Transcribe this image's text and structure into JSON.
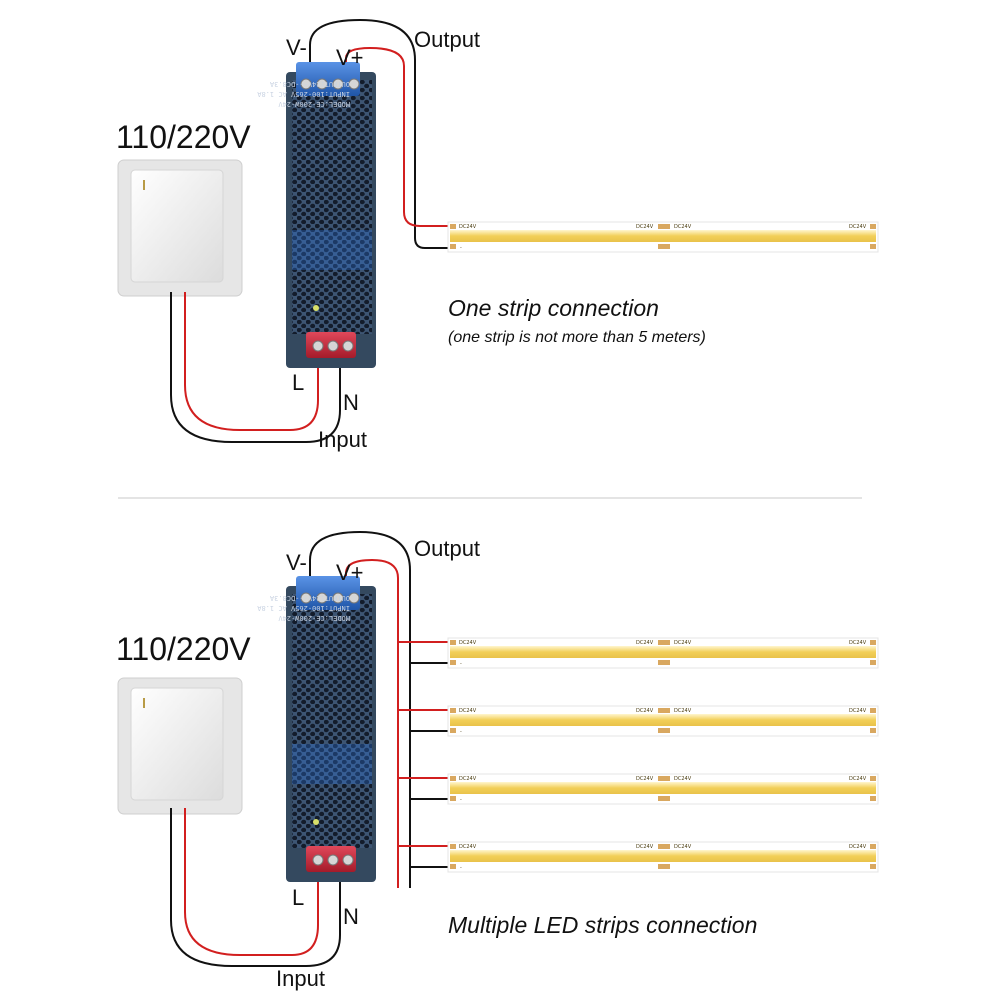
{
  "top_diagram": {
    "voltage_label": "110/220V",
    "output_label": "Output",
    "v_minus": "V-",
    "v_plus": "V+",
    "terminal_l": "L",
    "terminal_n": "N",
    "input_label": "Input",
    "caption": "One strip connection",
    "note": "(one strip is not more than 5 meters)",
    "psu_lines": [
      "MODEL:CE-200W-24V",
      "INPUT:100-265V AC 1.8A",
      "OUTPUT:24V---DC8.3A"
    ],
    "strip_marks": {
      "plus_a": "DC24V",
      "plus_b": "DC24V",
      "plus_c": "DC24V",
      "plus_d": "DC24V",
      "minus": "-"
    }
  },
  "bottom_diagram": {
    "voltage_label": "110/220V",
    "output_label": "Output",
    "v_minus": "V-",
    "v_plus": "V+",
    "terminal_l": "L",
    "terminal_n": "N",
    "input_label": "Input",
    "caption": "Multiple LED strips connection",
    "strip_count": 4,
    "psu_lines": [
      "MODEL:CE-200W-24V",
      "INPUT:100-265V AC 1.8A",
      "OUTPUT:24V---DC8.3A"
    ],
    "strip_marks": {
      "plus_a": "DC24V",
      "plus_b": "DC24V",
      "plus_c": "DC24V",
      "plus_d": "DC24V",
      "minus": "-"
    }
  },
  "colors": {
    "wire_red": "#d21f1f",
    "wire_black": "#111111",
    "psu_body": "#3d5573",
    "terminal_blue": "#2f6fd0",
    "terminal_red": "#c8283a",
    "strip_yellow": "#f2cf58"
  }
}
